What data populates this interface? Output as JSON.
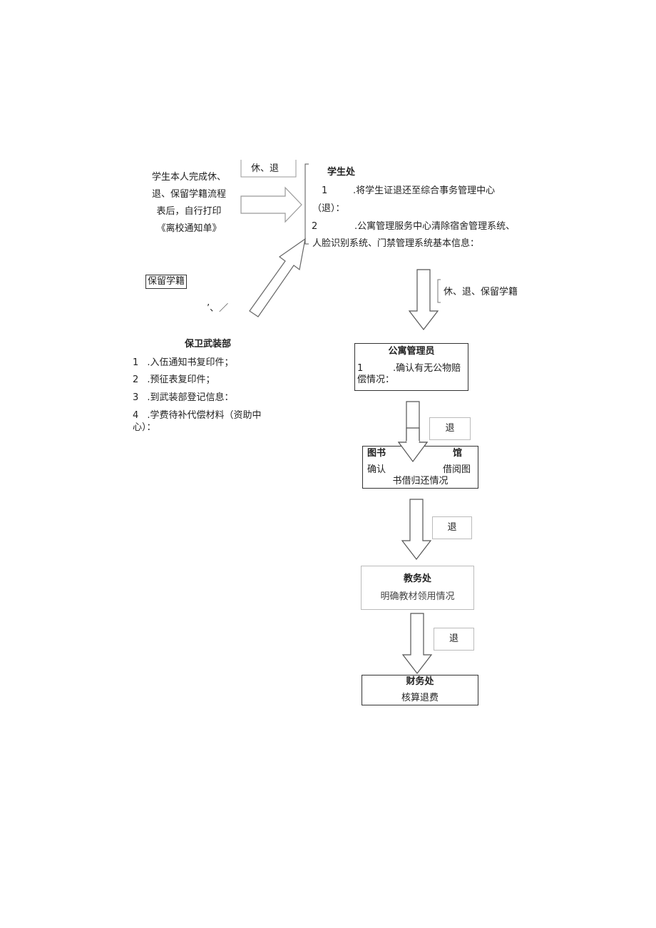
{
  "student_note": [
    "学生本人完成休、",
    "退、保留学籍流程",
    "表后，自行打印",
    "《离校通知单》"
  ],
  "top_tag": "休、退",
  "keep_status_label": "保留学籍",
  "stray_mark": "’、／",
  "student_office": {
    "title": "学生处",
    "item1_num": "1",
    "item1_text": ".将学生证退还至综合事务管理中心",
    "item1_cont": "（退）：",
    "item2_num": "2",
    "item2_text": ".公寓管理服务中心清除宿舍管理系统、",
    "item2_cont": "人脸识别系统、门禁管理系统基本信息："
  },
  "down_label_1": "休、退、保留学籍",
  "security": {
    "title": "保卫武装部",
    "items": [
      {
        "num": "1",
        "text": ".入伍通知书复印件；"
      },
      {
        "num": "2",
        "text": ".预征表复印件；"
      },
      {
        "num": "3",
        "text": ".到武装部登记信息："
      },
      {
        "num": "4",
        "text": ".学费待补代偿材料（资助中"
      }
    ],
    "item4_cont": "心）："
  },
  "dorm_manager": {
    "title": "公寓管理员",
    "num": "1",
    "text": ".确认有无公物赔",
    "cont": "偿情况："
  },
  "withdraw_label": "退",
  "library": {
    "title_left": "图书",
    "title_right": "馆",
    "line1_left": "确认",
    "line1_right": "借阅图",
    "line2": "书借归还情况"
  },
  "academic": {
    "title": "教务处",
    "text": "明确教材领用情况"
  },
  "finance": {
    "title": "财务处",
    "text": "核算退费"
  }
}
